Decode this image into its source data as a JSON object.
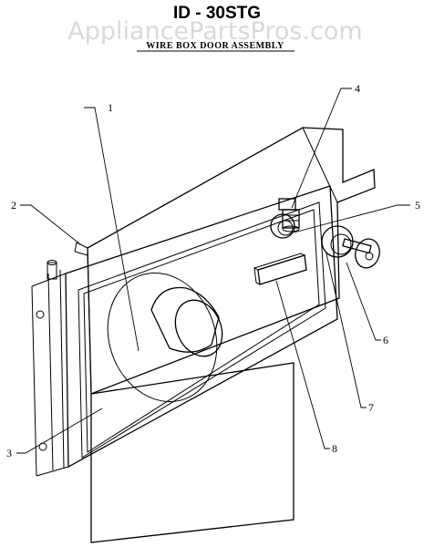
{
  "header": {
    "model": "ID - 30STG",
    "subtitle": "WIRE BOX DOOR ASSEMBLY",
    "watermark": "AppliancePartsPros.com"
  },
  "callouts": [
    {
      "id": "c1",
      "label": "1"
    },
    {
      "id": "c2",
      "label": "2"
    },
    {
      "id": "c3",
      "label": "3"
    },
    {
      "id": "c4",
      "label": "4"
    },
    {
      "id": "c5",
      "label": "5"
    },
    {
      "id": "c6",
      "label": "6"
    },
    {
      "id": "c7",
      "label": "7"
    },
    {
      "id": "c8",
      "label": "8"
    }
  ],
  "colors": {
    "line": "#000000",
    "watermark": "#d9d9d9",
    "background": "#ffffff"
  }
}
